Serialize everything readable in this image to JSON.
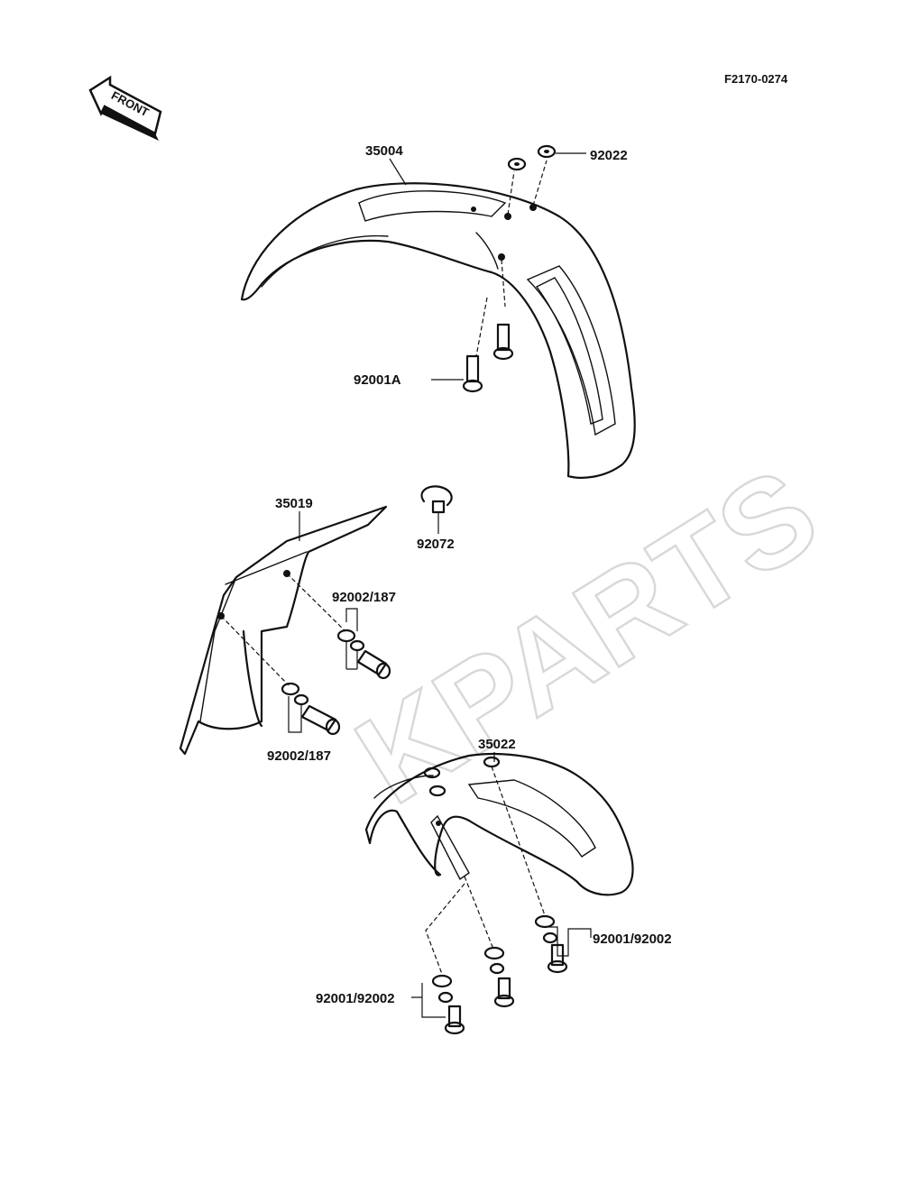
{
  "diagram": {
    "code": "F2170-0274",
    "front_arrow_label": "FRONT",
    "watermark": "KPARTS",
    "callouts": {
      "front_fender": "35004",
      "nut_top": "92022",
      "bolt_front": "92001A",
      "flap": "35019",
      "clamp": "92072",
      "bolt_flap_upper": "92002/187",
      "bolt_flap_lower": "92002/187",
      "rear_fender": "35022",
      "bolt_rear_right": "92001/92002",
      "bolt_rear_left": "92001/92002"
    }
  }
}
